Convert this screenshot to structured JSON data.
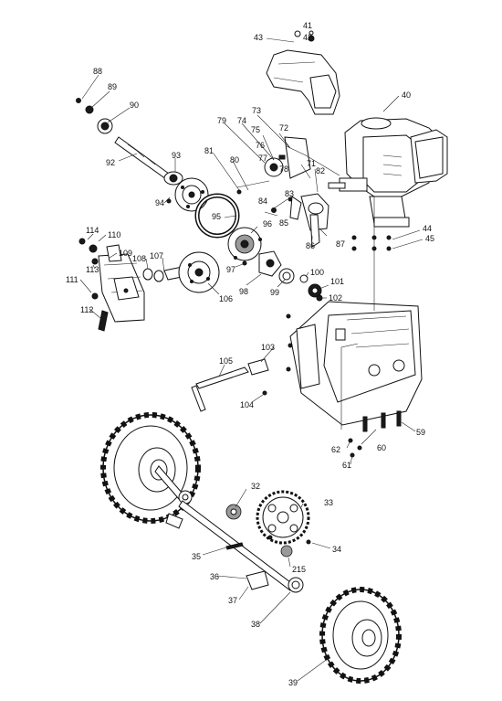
{
  "diagram": {
    "callouts": {
      "c41": "41",
      "c42": "42",
      "c43": "43",
      "c40": "40",
      "c88": "88",
      "c89": "89",
      "c90": "90",
      "c92": "92",
      "c93": "93",
      "c94": "94",
      "c81": "81",
      "c79": "79",
      "c80": "80",
      "c74": "74",
      "c73": "73",
      "c75": "75",
      "c72": "72",
      "c76": "76",
      "c77": "77",
      "c78": "78",
      "c71": "71",
      "c82": "82",
      "c83": "83",
      "c84": "84",
      "c85": "85",
      "c86": "86",
      "c87": "87",
      "c95": "95",
      "c96": "96",
      "c97": "97",
      "c98": "98",
      "c99": "99",
      "c100": "100",
      "c101": "101",
      "c102": "102",
      "c44": "44",
      "c45": "45",
      "c114": "114",
      "c110": "110",
      "c109": "109",
      "c113": "113",
      "c108": "108",
      "c107": "107",
      "c111": "111",
      "c112": "112",
      "c106": "106",
      "c103": "103",
      "c105": "105",
      "c104": "104",
      "c59": "59",
      "c62": "62",
      "c60": "60",
      "c61": "61",
      "c32": "32",
      "c33": "33",
      "c34": "34",
      "c35": "35",
      "c36": "36",
      "c215": "215",
      "c37": "37",
      "c38": "38",
      "c39": "39"
    }
  }
}
